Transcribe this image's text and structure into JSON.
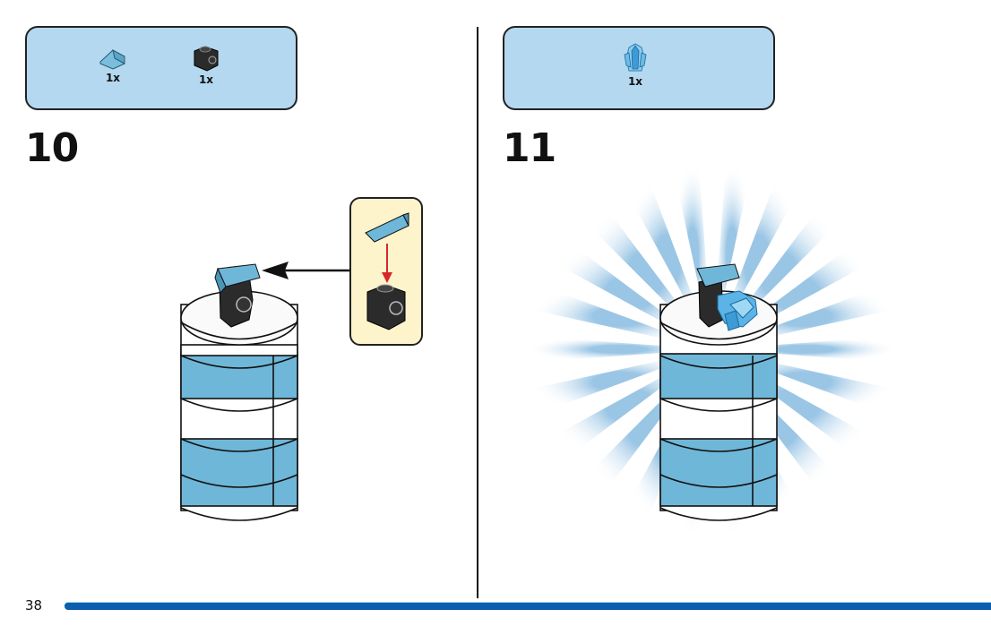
{
  "document": {
    "type": "building instructions",
    "page_number": "38"
  },
  "steps": [
    {
      "number": "10",
      "parts": [
        {
          "icon": "light-blue-slope-icon",
          "quantity": "1x",
          "color": "#6fb7d8"
        },
        {
          "icon": "black-brick-with-side-stud-icon",
          "quantity": "1x",
          "color": "#222222"
        }
      ],
      "callout": {
        "description": "attach slope onto black brick",
        "arrow_color": "#d8262c"
      }
    },
    {
      "number": "11",
      "parts": [
        {
          "icon": "trans-blue-crystal-icon",
          "quantity": "1x",
          "color": "#59b4e6"
        }
      ],
      "highlight": "burst"
    }
  ],
  "colors": {
    "parts_box": "#b4d8f0",
    "callout_box": "#fdf4cc",
    "page_bar": "#0b5fae",
    "brick_blue": "#6fb7d8"
  }
}
